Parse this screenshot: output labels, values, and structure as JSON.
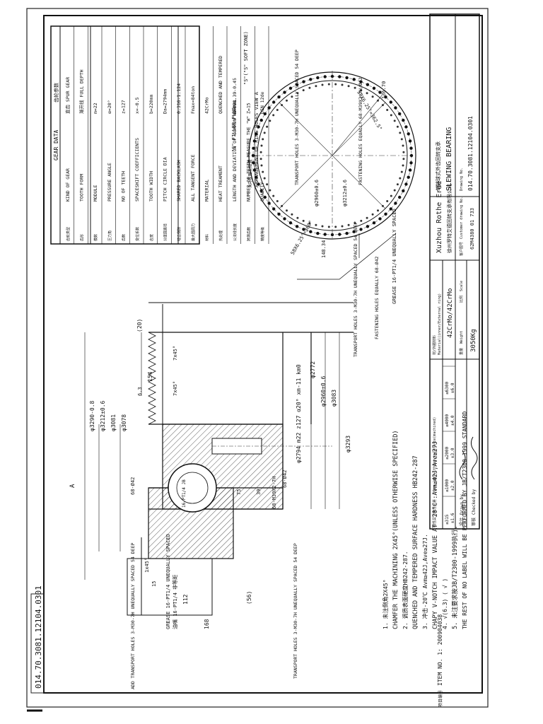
{
  "drawing_no_margin": "014.70.3081.12104.0301",
  "gear_table": {
    "header": "GEAR DATA",
    "header_cn": "齿轮参数",
    "rows": [
      {
        "cn": "齿轮类型",
        "label": "KIND OF GEAR",
        "value": "SPUR GEAR",
        "value_cn": "直齿"
      },
      {
        "cn": "齿形",
        "label": "TOOTH FORM",
        "value": "FULL DEPTH",
        "value_cn": "渐开线"
      },
      {
        "cn": "模数",
        "label": "MODULE",
        "value": "m=22"
      },
      {
        "cn": "压力角",
        "label": "PRESSURE ANGLE",
        "value": "α=20°"
      },
      {
        "cn": "齿数",
        "label": "NO OF TEETH",
        "value": "z=127"
      },
      {
        "cn": "变位系数",
        "label": "SPACESHIFT COEFFICIENTS",
        "value": "x=-0.5"
      },
      {
        "cn": "齿宽",
        "label": "TOOTH WIDTH",
        "value": "b=220mm"
      },
      {
        "cn": "分度圆直径",
        "label": "PITCH CIRCLE DIA",
        "value": "Da=2794mm"
      },
      {
        "cn": "啮合侧隙",
        "label": "SHARED BACKLASH",
        "value": "0.316-1.124"
      },
      {
        "cn": "最大圆周力",
        "label": "ALL TANGENT FORCE",
        "value": "Fmax=84ton"
      },
      {
        "cn": "材料",
        "label": "MATERIAL",
        "value": "42CrMo"
      },
      {
        "cn": "热处理",
        "label": "HEAT TREAMENT",
        "value": "QUENCHED AND TEMPERED"
      },
      {
        "cn": "公法线长度",
        "label": "LENGTH AND DEVIATION OF COMMON NORMAL",
        "value": "W=988.39-0.45"
      },
      {
        "cn": "跨测齿数",
        "label": "NUMBER OF TEETH MEASURE THE \"W\"",
        "value": "Z=15"
      },
      {
        "cn": "精度等级",
        "label": "QUALITY",
        "value": "DIN 12de"
      }
    ]
  },
  "ring_view": {
    "title": "ARRANGEMENT OF RING HOLES VIEW A",
    "title_cn": "A向视图孔位置",
    "filler_plug": "\"S\" FILLER PLUG",
    "soft_zone": "\"S\"(\"S\" SOFT ZONE)",
    "holes_top": "58X6.25°=362.5°",
    "holes_left": "58X6.25°=360°",
    "dia_inner": "φ2960±0.6",
    "dia_outer": "φ3212±0.6",
    "ang1": "136.70",
    "ang2": "148.34",
    "transport": "TRANSPORT HOLES 3-M30-7H UNEQUALLY SPACED 54 DEEP",
    "fastening_m39": "FASTENING HOLES EQUALLY 68-M39X2-7H/Ø42",
    "grease_top": "GREASE 16-PT1/4 UNEQUALLY SPACED",
    "transport_bottom": "TRANSPORT HOLES 3-M30-7H UNEQUALLY SPACED 54 DEEP",
    "fastening_bottom": "FASTENING HOLES EQUALLY 68-Ø42"
  },
  "section": {
    "d3290": "φ3290-0.8",
    "d3212": "φ3212±0.6",
    "d3081": "φ3081",
    "d3078": "φ3078",
    "d2772": "φ2772",
    "d2794": "φ2794 m22 z127 α20° xm-11 km0",
    "d2960": "φ2960±0.6",
    "d3083": "φ3083",
    "d3293": "φ3293",
    "h154": "154",
    "h20": "(20)",
    "h63": "6.3",
    "ch1": "7x45°",
    "ch2": "7x45°",
    "m39": "68-M39X2-7H",
    "d42": "68-Ø42",
    "h39": "39",
    "h75": "75",
    "h112": "112",
    "h168": "168",
    "h56": "(56)",
    "h15": "15",
    "ch3": "1x45°",
    "hole42": "68-Ø42",
    "view_a": "A",
    "grease": "GREASE 16-PT1/4 UNEQUALLY SPACED",
    "grease_cn": "油嘴 16-PT1/4 非等距",
    "add_transport": "ADD TRANSPORT HOLES 3-M30-7H UNEQUALLY SPACED 54 DEEP",
    "transport2": "TRANSPORT HOLES 3-M30-7H UNEQUALLY SPACED 54 DEEP",
    "detail": "16-PT1/4 JB"
  },
  "notes": {
    "lines": [
      "1. 未注倒角2X45°",
      "CHAMFER THE MACHINING 2X45°(UNLESS OTHERWISE SPECIFIED)",
      "2. 调质表面硬度HB242-287.",
      "QUENCHED AND TEMPERED SURFACE HARDNESS HB242-287",
      "3. 冲击-20℃ Avm≥42J,Ave≥27J.",
      "CHAPY V-NOTCH IMPACT VALUE AT -20°C :Avm≥42J,Ave≥27J",
      "4. √(6.3) ( √ )",
      "5. 未注要求按JB/T2300-1999执行.",
      "THE REST OF NO LABEL WILL BE PERFORMED BY JB/T2300-1999 STANDARD"
    ]
  },
  "title_block": {
    "company": "Xuzhou  Rothe  Erde",
    "company_cn": "徐州罗特艾德回转支承有限公司",
    "product_cn": "单排球式外齿回转支承",
    "product": "SLEWING BEARING",
    "drawing_no_label": "Drawing No.",
    "drawing_no": "014.70.3081.12104.0301",
    "item_no": "ITEM NO. 1:  200904038",
    "item_cn": "项目编号",
    "material_label": "Material(inner/External ring)",
    "material_cn": "材/外圈材料",
    "material": "42CrMo/42CrMo",
    "weight_label": "Weight",
    "weight_cn": "重量",
    "weight": "3050Kg",
    "scale_label": "Scale",
    "scale_cn": "比例",
    "customer_label": "Customer drawing No.",
    "customer_cn": "客户图号",
    "customer_no": "62M4380 01 733",
    "drawn_label": "Drawn by",
    "drawn_cn": "设计",
    "checked_label": "Checked by",
    "checked_cn": "审核",
    "tol_header": "(Dia.(mm)without tolerance(machined)",
    "tol_cn": "线性尺寸未注公差",
    "tol_sizes": [
      "≤315",
      "≤1000",
      "≤2000",
      "≤4000",
      "≤6300"
    ],
    "tol_values": [
      "±1.6",
      "±2.0",
      "±3.0",
      "±4.0",
      "±6.0"
    ]
  }
}
